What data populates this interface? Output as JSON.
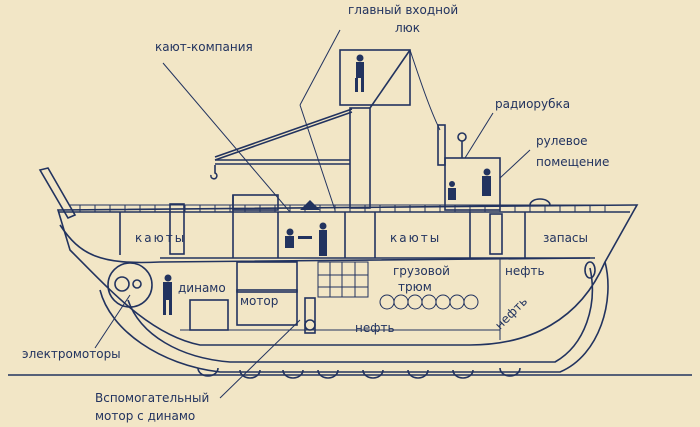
{
  "colors": {
    "paper": "#f2e6c6",
    "ink": "#22335f"
  },
  "labels": {
    "main_hatch_line1": "главный входной",
    "main_hatch_line2": "люк",
    "wardroom": "кают-компания",
    "radio_room": "радиорубка",
    "wheelhouse_line1": "рулевое",
    "wheelhouse_line2": "помещение",
    "cabins_aft": "каюты",
    "cabins_fwd": "каюты",
    "stores": "запасы",
    "dynamo": "динамо",
    "motor": "мотор",
    "cargo_line1": "грузовой",
    "cargo_line2": "трюм",
    "oil_upper": "нефть",
    "oil_bottom": "нефть",
    "oil_bow": "нефть",
    "electric_motors": "электромоторы",
    "aux_motor_line1": "Вспомогательный",
    "aux_motor_line2": "мотор с динамо"
  }
}
